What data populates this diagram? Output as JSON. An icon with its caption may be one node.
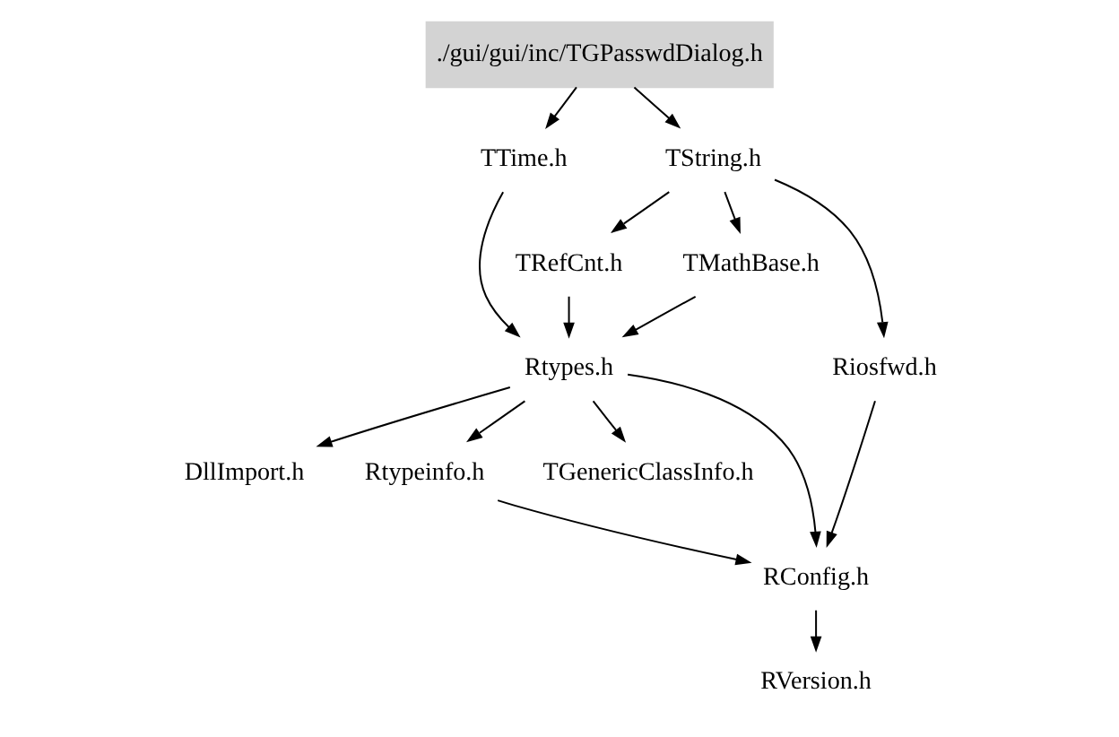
{
  "diagram": {
    "nodes": [
      {
        "text": [
          "./gui/gui/inc/TGPasswdDialog.h"
        ]
      },
      {
        "text": [
          "TTime.h"
        ]
      },
      {
        "text": [
          "TString.h"
        ]
      },
      {
        "text": [
          "TRefCnt.h"
        ]
      },
      {
        "text": [
          "TMathBase.h"
        ]
      },
      {
        "text": [
          "Riosfwd.h"
        ]
      },
      {
        "text": [
          "Rtypes.h"
        ]
      },
      {
        "text": [
          "DllImport.h"
        ]
      },
      {
        "text": [
          "Rtypeinfo.h"
        ]
      },
      {
        "text": [
          "TGenericClassInfo.h"
        ]
      },
      {
        "text": [
          "RConfig.h"
        ]
      },
      {
        "text": [
          "RVersion.h"
        ]
      }
    ],
    "edges": [
      {
        "from": 0,
        "to": 1,
        "arrow": "to"
      },
      {
        "from": 0,
        "to": 2,
        "arrow": "to"
      },
      {
        "from": 1,
        "to": 6,
        "arrow": "to"
      },
      {
        "from": 2,
        "to": 3,
        "arrow": "to"
      },
      {
        "from": 2,
        "to": 4,
        "arrow": "to"
      },
      {
        "from": 2,
        "to": 5,
        "arrow": "to"
      },
      {
        "from": 3,
        "to": 6,
        "arrow": "to"
      },
      {
        "from": 4,
        "to": 6,
        "arrow": "to"
      },
      {
        "from": 6,
        "to": 7,
        "arrow": "to"
      },
      {
        "from": 6,
        "to": 8,
        "arrow": "to"
      },
      {
        "from": 6,
        "to": 9,
        "arrow": "to"
      },
      {
        "from": 6,
        "to": 10,
        "arrow": "to"
      },
      {
        "from": 8,
        "to": 10,
        "arrow": "to"
      },
      {
        "from": 5,
        "to": 10,
        "arrow": "to"
      },
      {
        "from": 10,
        "to": 11,
        "arrow": "to"
      }
    ]
  }
}
